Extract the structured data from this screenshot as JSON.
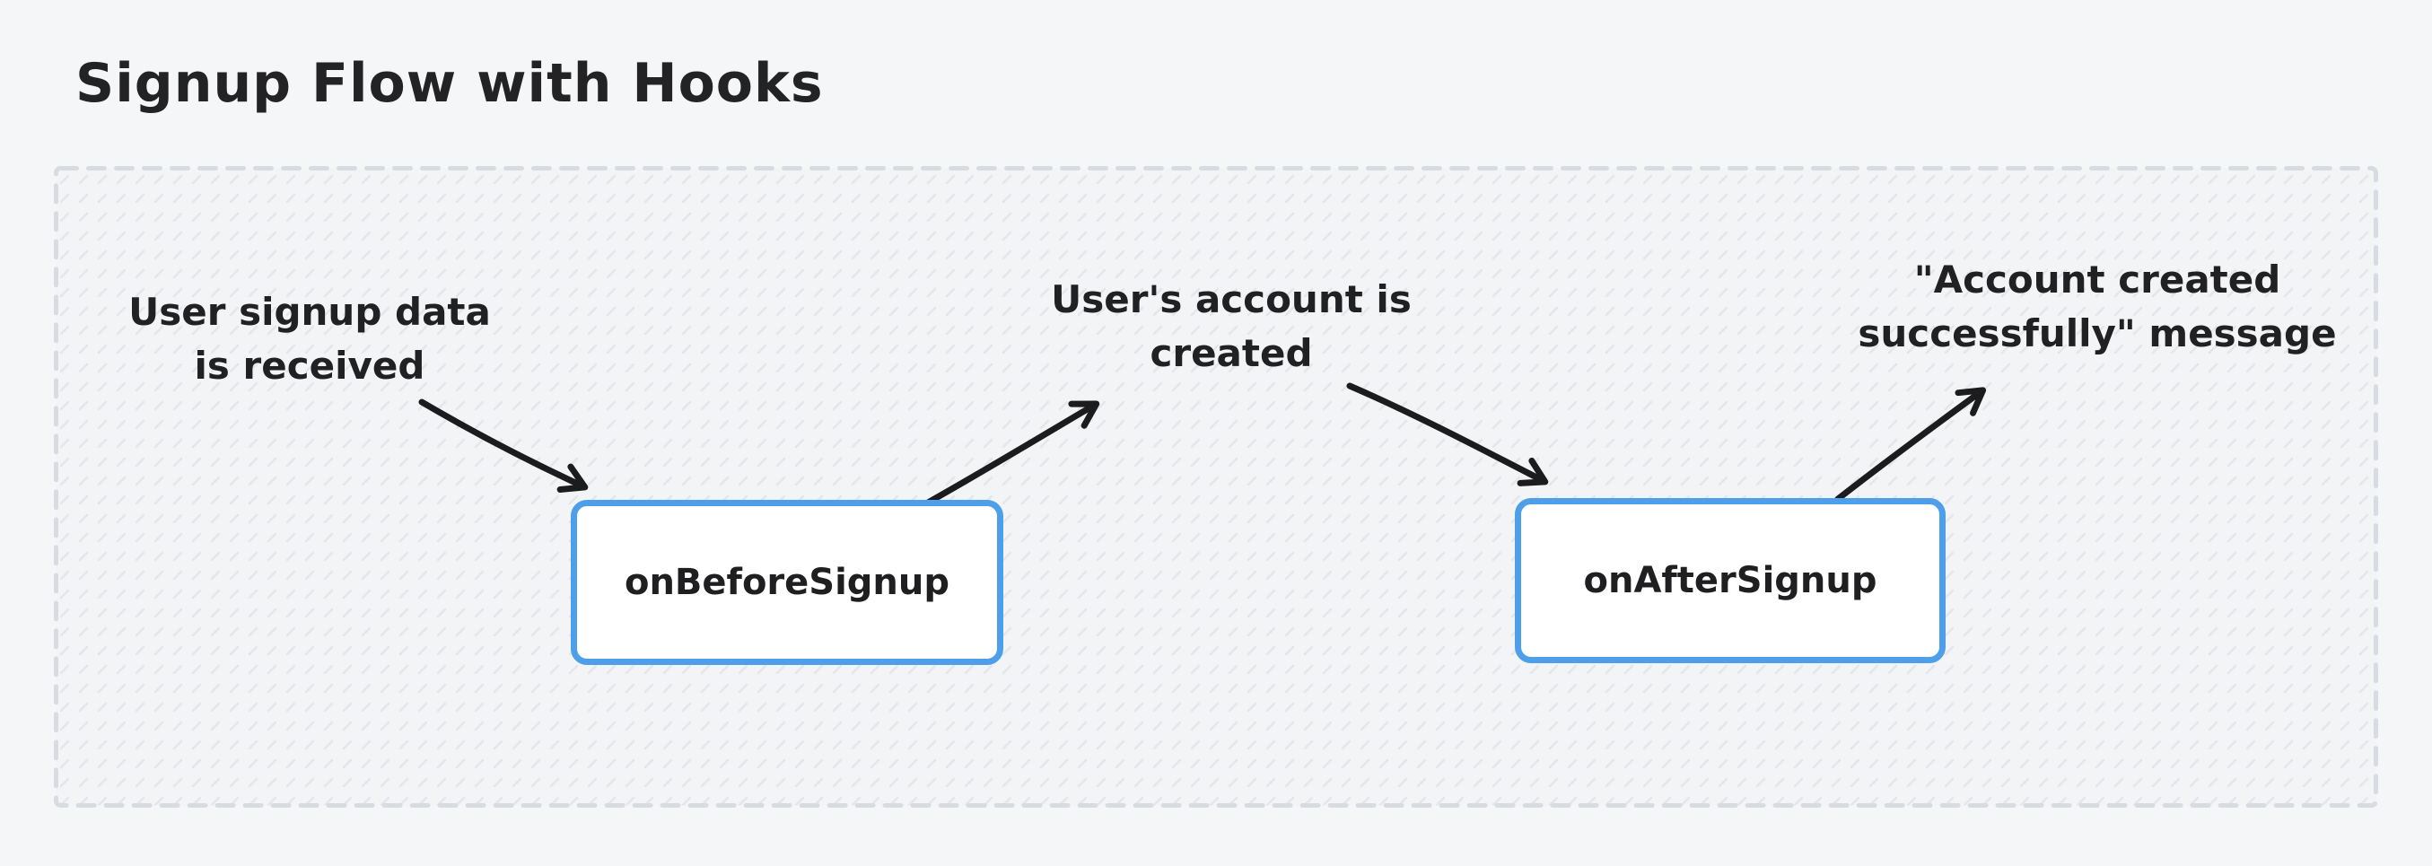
{
  "page": {
    "title": "Signup Flow with Hooks"
  },
  "flow": {
    "annotations": [
      {
        "id": "signup-data",
        "lines": [
          "User signup data",
          "is received"
        ]
      },
      {
        "id": "account-created",
        "lines": [
          "User's account is",
          "created"
        ]
      },
      {
        "id": "success-message",
        "lines": [
          "\"Account created",
          "successfully\" message"
        ]
      }
    ],
    "nodes": [
      {
        "id": "onBeforeSignup",
        "label": "onBeforeSignup"
      },
      {
        "id": "onAfterSignup",
        "label": "onAfterSignup"
      }
    ],
    "connections": [
      {
        "from": "signup-data",
        "to": "onBeforeSignup"
      },
      {
        "from": "onBeforeSignup",
        "to": "account-created"
      },
      {
        "from": "account-created",
        "to": "onAfterSignup"
      },
      {
        "from": "onAfterSignup",
        "to": "success-message"
      }
    ],
    "colors": {
      "page_background": "#f5f6f8",
      "region_background": "#f3f4f6",
      "region_hatch": "#e4e6eb",
      "region_border": "#d8dbe0",
      "node_border": "#4d9fe9",
      "node_fill": "#ffffff",
      "arrow": "#1c1c1e",
      "text": "#1f1f21"
    }
  }
}
